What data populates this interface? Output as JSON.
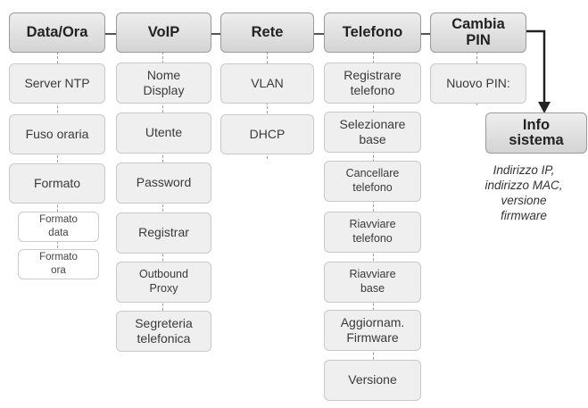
{
  "columns": [
    {
      "header": "Data/Ora",
      "items": [
        "Server NTP",
        "Fuso oraria",
        "Formato"
      ],
      "subitems": [
        "Formato\ndata",
        "Formato\nora"
      ]
    },
    {
      "header": "VoIP",
      "items": [
        "Nome\nDisplay",
        "Utente",
        "Password",
        "Registrar",
        "Outbound\nProxy",
        "Segreteria\ntelefonica"
      ]
    },
    {
      "header": "Rete",
      "items": [
        "VLAN",
        "DHCP"
      ]
    },
    {
      "header": "Telefono",
      "items": [
        "Registrare\ntelefono",
        "Selezionare\nbase",
        "Cancellare\ntelefono",
        "Riavviare\ntelefono",
        "Riavviare\nbase",
        "Aggiornam.\nFirmware",
        "Versione"
      ]
    },
    {
      "header": "Cambia\nPIN",
      "items": [
        "Nuovo PIN:"
      ]
    }
  ],
  "info": {
    "header": "Info\nsistema",
    "details": [
      "Indirizzo IP,",
      "indirizzo MAC,",
      "versione",
      "firmware"
    ]
  },
  "colors": {
    "header_fill": "#dcdcdc",
    "item_fill": "#efefef",
    "connector": "#555555"
  }
}
